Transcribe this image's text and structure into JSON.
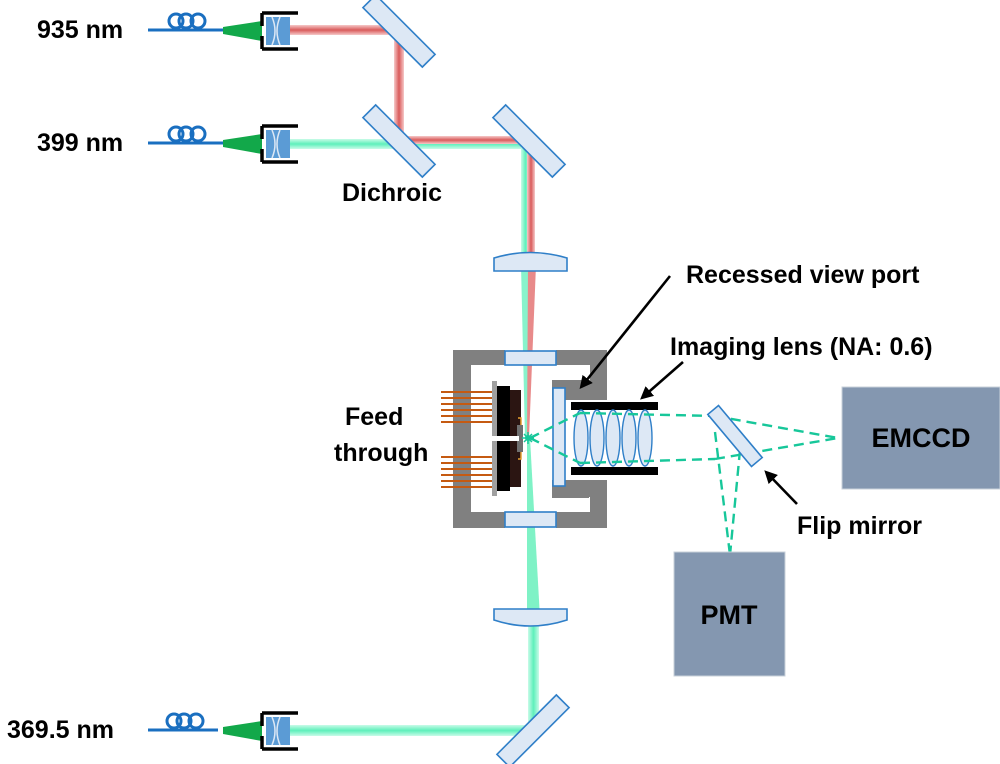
{
  "diagram": {
    "title": "Ion trap optical setup",
    "lasers": [
      {
        "id": "laser-935",
        "label": "935 nm",
        "beam_color": "#e06060"
      },
      {
        "id": "laser-399",
        "label": "399 nm",
        "beam_color": "#66f0bf"
      },
      {
        "id": "laser-369",
        "label": "369.5 nm",
        "beam_color": "#66f0bf"
      }
    ],
    "labels": {
      "dichroic": "Dichroic",
      "recessed_view_port": "Recessed view port",
      "imaging_lens": "Imaging lens (NA: 0.6)",
      "feed_through_line1": "Feed",
      "feed_through_line2": "through",
      "flip_mirror": "Flip mirror"
    },
    "detectors": [
      {
        "id": "emccd",
        "label": "EMCCD"
      },
      {
        "id": "pmt",
        "label": "PMT"
      }
    ],
    "colors": {
      "red_beam": "#e06060",
      "green_beam": "#66f0bf",
      "fluorescence": "#17c79a",
      "fiber": "#1a6fc0",
      "connector": "#12a84a",
      "lens_blue": "#5b9bd5",
      "optic_fill": "#dde8f5",
      "optic_stroke": "#2f7fc8",
      "chamber_gray": "#808080",
      "detector_fill": "#8497b0",
      "feedthrough_wire": "#c55a11",
      "electrode_dark": "#2b1512"
    }
  }
}
